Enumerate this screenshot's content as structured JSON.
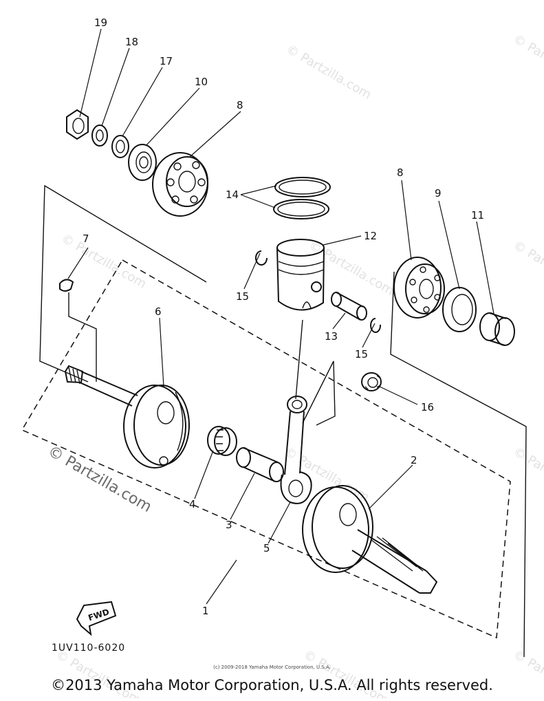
{
  "diagram": {
    "drawing_code": "1UV110-6020",
    "fwd_label": "FWD",
    "callouts": [
      "1",
      "2",
      "3",
      "4",
      "5",
      "6",
      "7",
      "8",
      "8",
      "9",
      "10",
      "11",
      "12",
      "13",
      "14",
      "15",
      "15",
      "16",
      "17",
      "18",
      "19"
    ]
  },
  "watermark": {
    "text": "© Partzilla.com",
    "text_short": "© Partz"
  },
  "footer": {
    "small_notice": "(c) 2009-2018 Yamaha Motor Corporation, U.S.A.",
    "copyright": "©2013 Yamaha Motor Corporation, U.S.A. All rights reserved."
  }
}
